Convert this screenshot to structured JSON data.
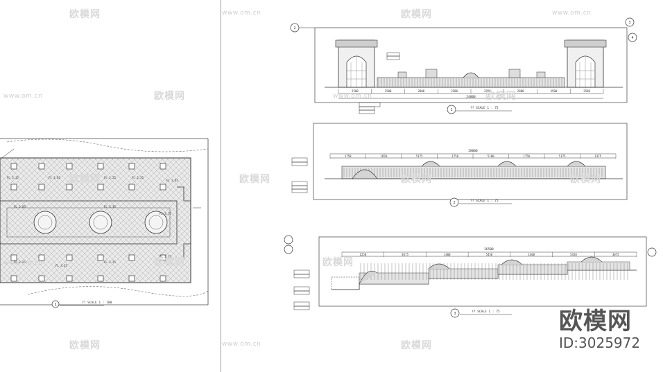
{
  "watermarks": {
    "cn_text": "欧模网",
    "url_text": "www.om.cn"
  },
  "brand": {
    "logo_text": "欧模网",
    "id_text": "ID:3025972"
  },
  "plan": {
    "tag_number": "1",
    "scale_label": "?? SCALE 1 : 100",
    "level_labels": [
      "FL 3.15",
      "FL 2.85",
      "FL 2.25",
      "FL 3.25",
      "FL 2.85",
      "FL 2.85",
      "FL 3.35",
      "FL 3.75",
      "FL 2.85",
      "FL 3.35",
      "FL 3.25",
      "FL 3.35"
    ]
  },
  "elevation_1": {
    "tag_number": "1",
    "scale_label": "?? SCALE 1 : 75",
    "dims": [
      "2500",
      "3500",
      "2800",
      "3500",
      "2800",
      "2800",
      "3500",
      "2500"
    ],
    "total_dim": "24000",
    "ref_tags": [
      "2",
      "3",
      "4"
    ]
  },
  "elevation_2": {
    "tag_number": "2",
    "scale_label": "?? SCALE 1 : 75",
    "dims": [
      "1750",
      "1650",
      "5175",
      "1750",
      "5100",
      "1750",
      "5175",
      "1375"
    ],
    "total_dim": "28000"
  },
  "elevation_3": {
    "tag_number": "3",
    "scale_label": "?? SCALE 1 : 75",
    "dims": [
      "1250",
      "4675",
      "1400",
      "5450",
      "1400",
      "5450",
      "3075"
    ],
    "total_dim": "26500"
  },
  "colors": {
    "line": "#333333",
    "hatch": "#777777",
    "watermark": "#d9d9d9"
  }
}
